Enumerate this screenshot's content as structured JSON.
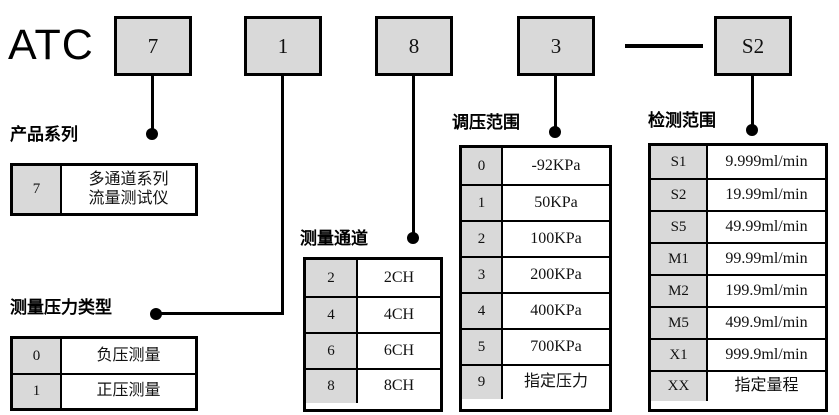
{
  "diagram": {
    "brand": "ATC",
    "separator": "—",
    "code_boxes": [
      {
        "name": "product-series",
        "value": "7"
      },
      {
        "name": "pressure-type",
        "value": "1"
      },
      {
        "name": "channels",
        "value": "8"
      },
      {
        "name": "pressure-range",
        "value": "3"
      },
      {
        "name": "detection-range",
        "value": "S2"
      }
    ],
    "groups": {
      "product_series": {
        "caption": "产品系列",
        "rows": [
          {
            "code": "7",
            "desc": "多通道系列\n流量测试仪"
          }
        ]
      },
      "pressure_type": {
        "caption": "测量压力类型",
        "rows": [
          {
            "code": "0",
            "desc": "负压测量"
          },
          {
            "code": "1",
            "desc": "正压测量"
          }
        ]
      },
      "channels": {
        "caption": "测量通道",
        "rows": [
          {
            "code": "2",
            "desc": "2CH"
          },
          {
            "code": "4",
            "desc": "4CH"
          },
          {
            "code": "6",
            "desc": "6CH"
          },
          {
            "code": "8",
            "desc": "8CH"
          }
        ]
      },
      "pressure_range": {
        "caption": "调压范围",
        "rows": [
          {
            "code": "0",
            "desc": "-92KPa"
          },
          {
            "code": "1",
            "desc": "50KPa"
          },
          {
            "code": "2",
            "desc": "100KPa"
          },
          {
            "code": "3",
            "desc": "200KPa"
          },
          {
            "code": "4",
            "desc": "400KPa"
          },
          {
            "code": "5",
            "desc": "700KPa"
          },
          {
            "code": "9",
            "desc": "指定压力"
          }
        ]
      },
      "detection_range": {
        "caption": "检测范围",
        "rows": [
          {
            "code": "S1",
            "desc": "9.999ml/min"
          },
          {
            "code": "S2",
            "desc": "19.99ml/min"
          },
          {
            "code": "S5",
            "desc": "49.99ml/min"
          },
          {
            "code": "M1",
            "desc": "99.99ml/min"
          },
          {
            "code": "M2",
            "desc": "199.9ml/min"
          },
          {
            "code": "M5",
            "desc": "499.9ml/min"
          },
          {
            "code": "X1",
            "desc": "999.9ml/min"
          },
          {
            "code": "XX",
            "desc": "指定量程"
          }
        ]
      }
    },
    "colors": {
      "box_fill": "#d9d9d9",
      "line": "#000000",
      "background": "#ffffff"
    }
  }
}
